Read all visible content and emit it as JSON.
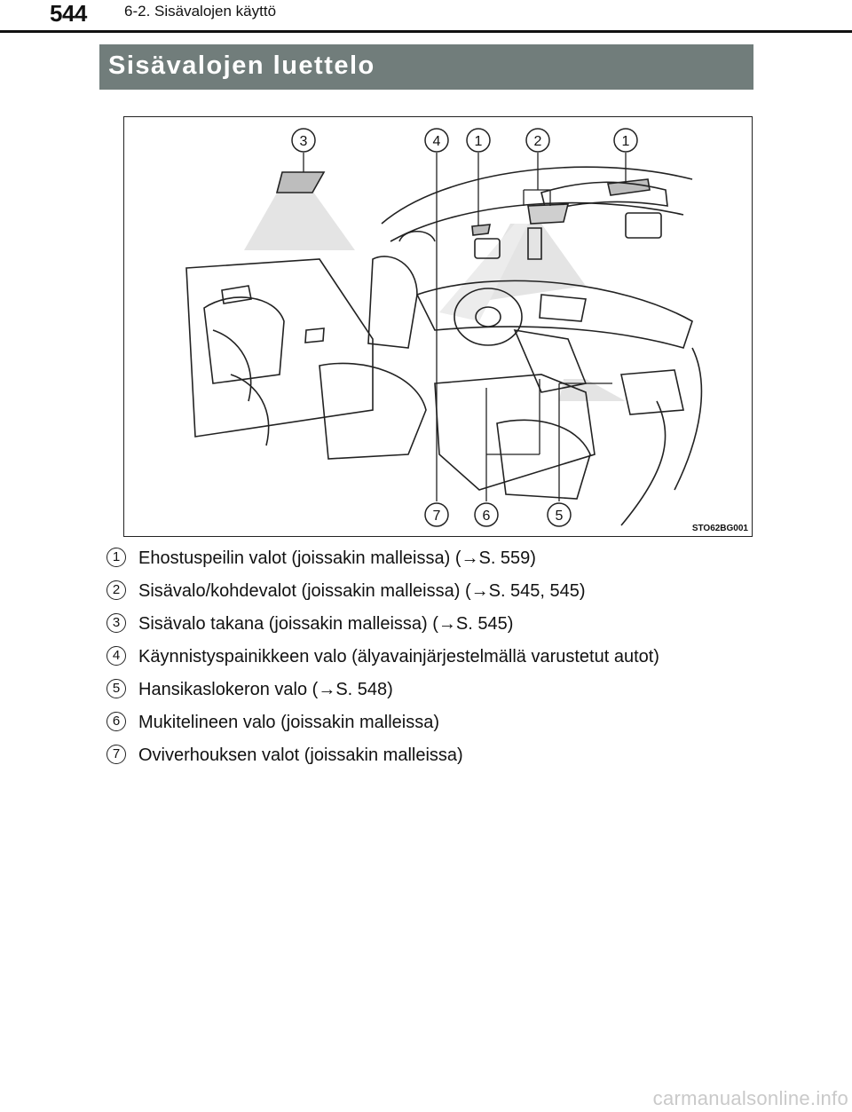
{
  "header": {
    "page_number": "544",
    "running_title": "6-2. Sisävalojen käyttö"
  },
  "section": {
    "title": "Sisävalojen luettelo"
  },
  "figure": {
    "code": "STO62BG001",
    "callouts_top": [
      "3",
      "4",
      "1",
      "2",
      "1"
    ],
    "callouts_bottom": [
      "7",
      "6",
      "5"
    ]
  },
  "items": [
    {
      "num": "1",
      "text": "Ehostuspeilin valot (joissakin malleissa) (→S. 559)"
    },
    {
      "num": "2",
      "text": "Sisävalo/kohdevalot (joissakin malleissa) (→S. 545, 545)"
    },
    {
      "num": "3",
      "text": "Sisävalo takana (joissakin malleissa) (→S. 545)"
    },
    {
      "num": "4",
      "text": "Käynnistyspainikkeen valo (älyavainjärjestelmällä varustetut autot)"
    },
    {
      "num": "5",
      "text": "Hansikaslokeron valo (→S. 548)"
    },
    {
      "num": "6",
      "text": "Mukitelineen valo (joissakin malleissa)"
    },
    {
      "num": "7",
      "text": "Oviverhouksen valot (joissakin malleissa)"
    }
  ],
  "footer": {
    "watermark": "carmanualsonline.info"
  }
}
